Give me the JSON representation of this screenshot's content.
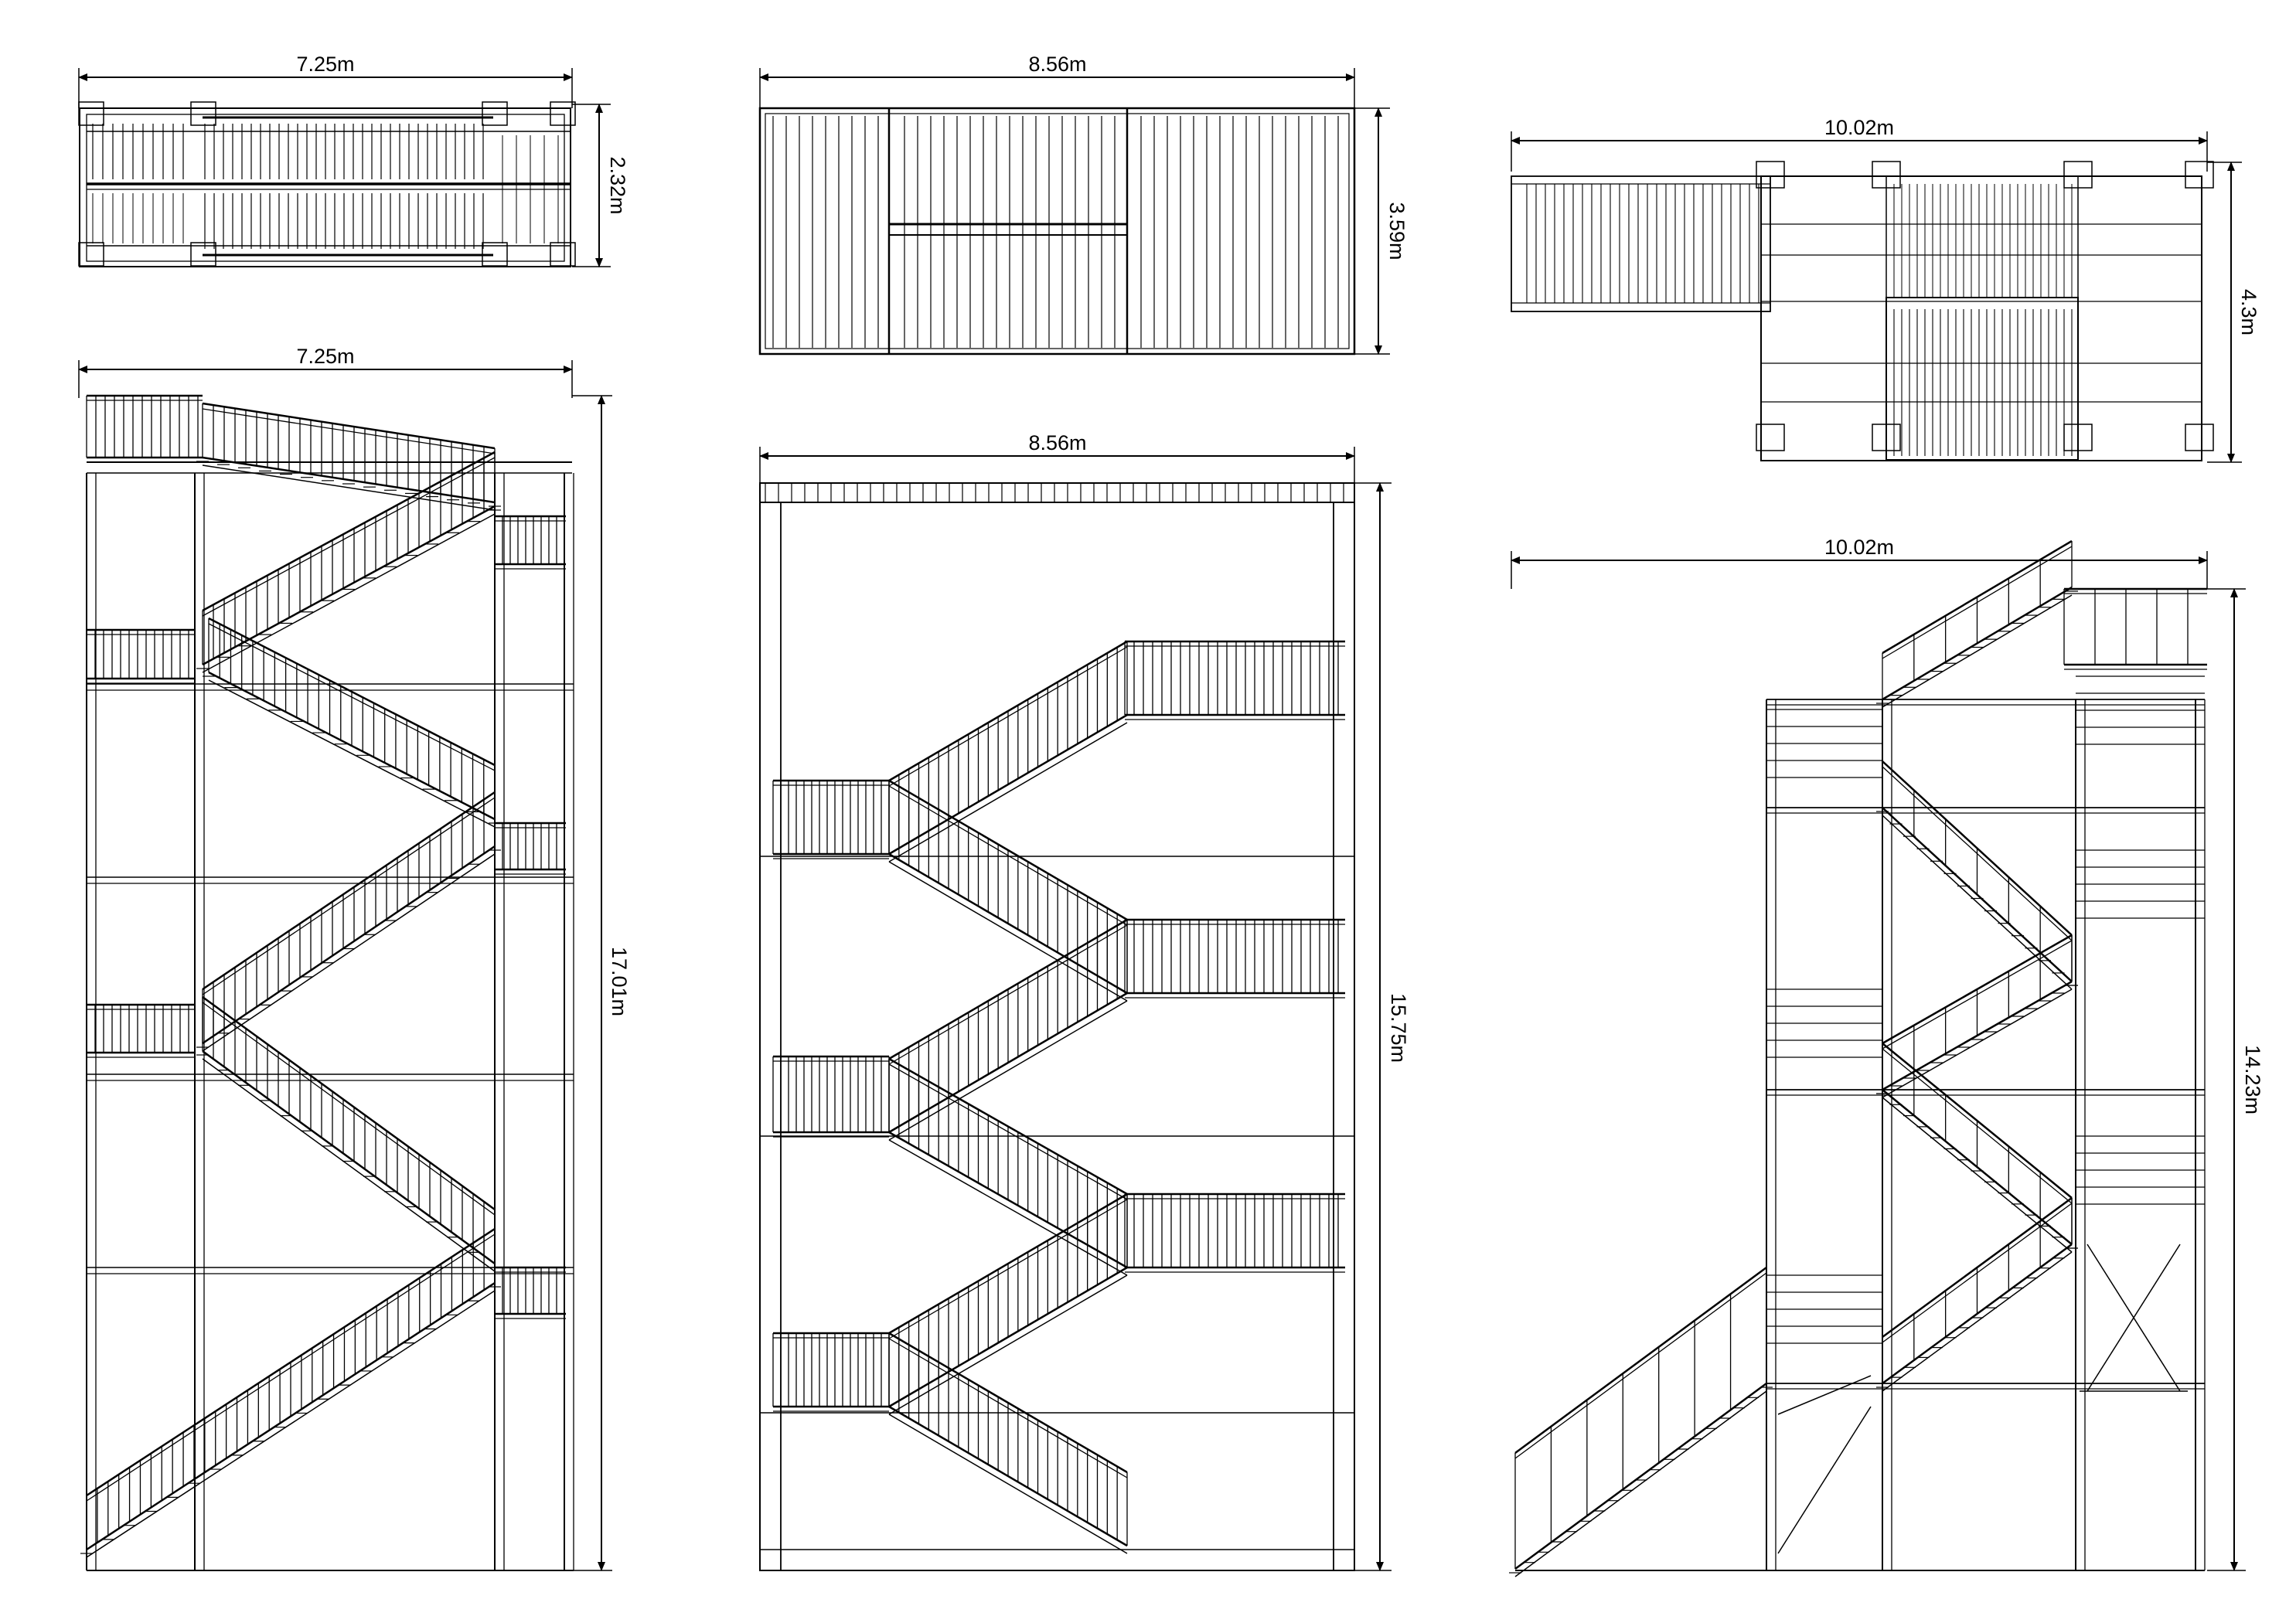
{
  "drawings": [
    {
      "id": "plan-a",
      "title": "",
      "width_label": "7.25m",
      "height_label": "2.32m"
    },
    {
      "id": "elev-a",
      "title": "",
      "width_label": "7.25m",
      "height_label": "17.01m"
    },
    {
      "id": "plan-b",
      "title": "",
      "width_label": "8.56m",
      "height_label": "3.59m"
    },
    {
      "id": "elev-b",
      "title": "",
      "width_label": "8.56m",
      "height_label": "15.75m"
    },
    {
      "id": "plan-c",
      "title": "",
      "width_label": "10.02m",
      "height_label": "4.3m"
    },
    {
      "id": "elev-c",
      "title": "",
      "width_label": "10.02m",
      "height_label": "14.23m"
    }
  ],
  "colors": {
    "line": "#000000",
    "background": "#ffffff"
  }
}
